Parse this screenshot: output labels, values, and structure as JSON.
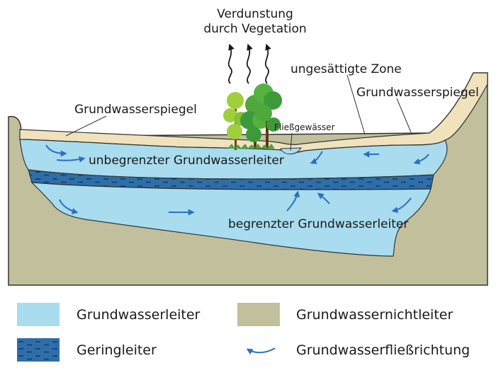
{
  "labels": {
    "evaporation_line1": "Verdunstung",
    "evaporation_line2": "durch Vegetation",
    "unsaturated_zone": "ungesättigte Zone",
    "water_table_left": "Grundwasserspiegel",
    "water_table_right": "Grundwasserspiegel",
    "stream": "Fließgewässer",
    "unconfined_aquifer": "unbegrenzter Grundwasserleiter",
    "confined_aquifer": "begrenzter Grundwasserleiter"
  },
  "legend": {
    "aquifer": "Grundwasserleiter",
    "aquitard": "Geringleiter",
    "aquiclude": "Grundwassernichtleiter",
    "flow_direction": "Grundwasserfließrichtung"
  },
  "colors": {
    "aquifer": "#a8dcee",
    "aquitard": "#2f6ea8",
    "aquitard_dash": "#0f3d6e",
    "aquiclude": "#c2c09c",
    "unsaturated": "#efe2bd",
    "arrow": "#2c6fc0",
    "outline": "#333333"
  }
}
